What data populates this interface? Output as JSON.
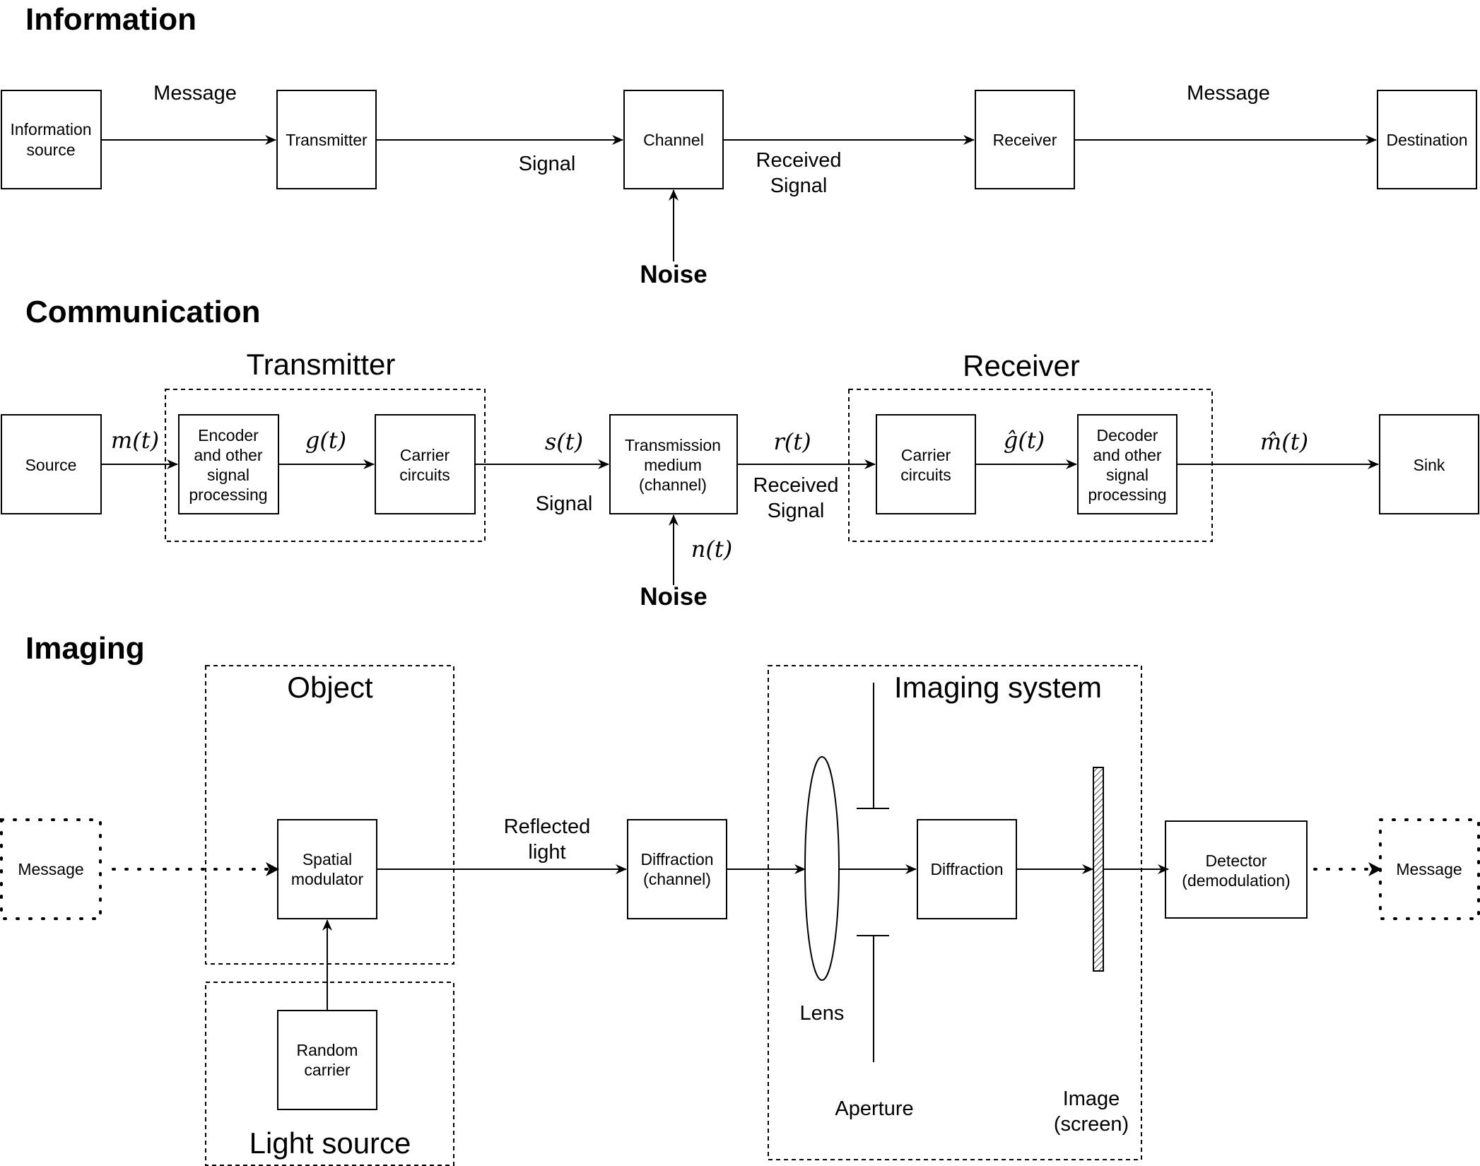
{
  "information": {
    "title": "Information",
    "info_source": [
      "Information",
      "source"
    ],
    "transmitter": "Transmitter",
    "channel": "Channel",
    "receiver": "Receiver",
    "destination": "Destination",
    "message_left": "Message",
    "message_right": "Message",
    "signal": "Signal",
    "received_signal": [
      "Received",
      "Signal"
    ],
    "noise": "Noise"
  },
  "communication": {
    "title": "Communication",
    "transmitter_group": "Transmitter",
    "receiver_group": "Receiver",
    "source": "Source",
    "encoder": [
      "Encoder",
      "and other",
      "signal",
      "processing"
    ],
    "carrier_tx": [
      "Carrier",
      "circuits"
    ],
    "medium": [
      "Transmission",
      "medium",
      "(channel)"
    ],
    "carrier_rx": [
      "Carrier",
      "circuits"
    ],
    "decoder": [
      "Decoder",
      "and other",
      "signal",
      "processing"
    ],
    "sink": "Sink",
    "m_t": "m(t)",
    "g_t": "g(t)",
    "s_t": "s(t)",
    "r_t": "r(t)",
    "g_hat_t": "ĝ(t)",
    "m_hat_t": "m̂(t)",
    "n_t": "n(t)",
    "signal": "Signal",
    "received_signal": [
      "Received",
      "Signal"
    ],
    "noise": "Noise"
  },
  "imaging": {
    "title": "Imaging",
    "object_group": "Object",
    "light_source_group": "Light source",
    "imaging_system_group": "Imaging system",
    "message_left": "Message",
    "spatial_modulator": [
      "Spatial",
      "modulator"
    ],
    "random_carrier": [
      "Random",
      "carrier"
    ],
    "reflected_light": [
      "Reflected",
      "light"
    ],
    "diffraction_channel": [
      "Diffraction",
      "(channel)"
    ],
    "lens": "Lens",
    "aperture": "Aperture",
    "diffraction": "Diffraction",
    "image_screen": [
      "Image",
      "(screen)"
    ],
    "detector": [
      "Detector",
      "(demodulation)"
    ],
    "message_right": "Message"
  }
}
